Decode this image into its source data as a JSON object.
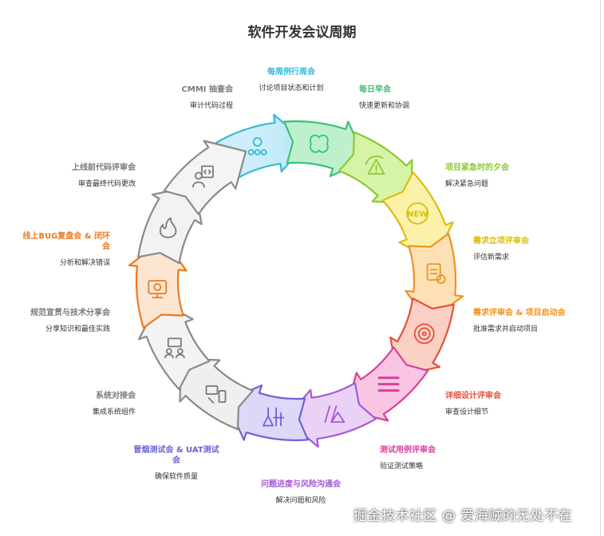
{
  "title": "软件开发会议周期",
  "watermark": "掘金技术社区 @ 爱海贼的无处不在",
  "segments": [
    {
      "title": "每周例行周会",
      "desc": "讨论项目状态和计划",
      "color": "#35b9d6",
      "icon": "people-gear-icon"
    },
    {
      "title": "每日早会",
      "desc": "快速更新和协调",
      "color": "#3ec07a",
      "icon": "brain-icon"
    },
    {
      "title": "项目紧急时的夕会",
      "desc": "解决紧急问题",
      "color": "#8fc832",
      "icon": "alert-icon"
    },
    {
      "title": "需求立项评审会",
      "desc": "评估新需求",
      "color": "#d8bd13",
      "icon": "new-badge-icon"
    },
    {
      "title": "需求评审会 & 项目启动会",
      "desc": "批准需求并启动项目",
      "color": "#ec9322",
      "icon": "checklist-icon"
    },
    {
      "title": "详细设计评审会",
      "desc": "审查设计细节",
      "color": "#e5503c",
      "icon": "target-icon"
    },
    {
      "title": "测试用例评审会",
      "desc": "验证测试策略",
      "color": "#d9409c",
      "icon": "list-icon"
    },
    {
      "title": "问题进度与风险沟通会",
      "desc": "解决问题和风险",
      "color": "#a35ad6",
      "icon": "risk-icon"
    },
    {
      "title": "冒烟测试会 & UAT测试会",
      "desc": "确保软件质量",
      "color": "#6b63d6",
      "icon": "lab-icon"
    },
    {
      "title": "系统对接会",
      "desc": "集成系统组件",
      "color": "#8a8a8a",
      "icon": "devices-icon"
    },
    {
      "title": "规范宣贯与技术分享会",
      "desc": "分享知识和最佳实践",
      "color": "#8a8a8a",
      "icon": "presentation-icon"
    },
    {
      "title": "线上BUG复盘会 & 闭环会",
      "desc": "分析和解决错误",
      "color": "#ec7a1f",
      "icon": "bug-screen-icon"
    },
    {
      "title": "上线前代码评审会",
      "desc": "审查最终代码更改",
      "color": "#8a8a8a",
      "icon": "fire-icon"
    },
    {
      "title": "CMMI 抽查会",
      "desc": "审计代码过程",
      "color": "#8a8a8a",
      "icon": "code-reviewer-icon"
    }
  ]
}
